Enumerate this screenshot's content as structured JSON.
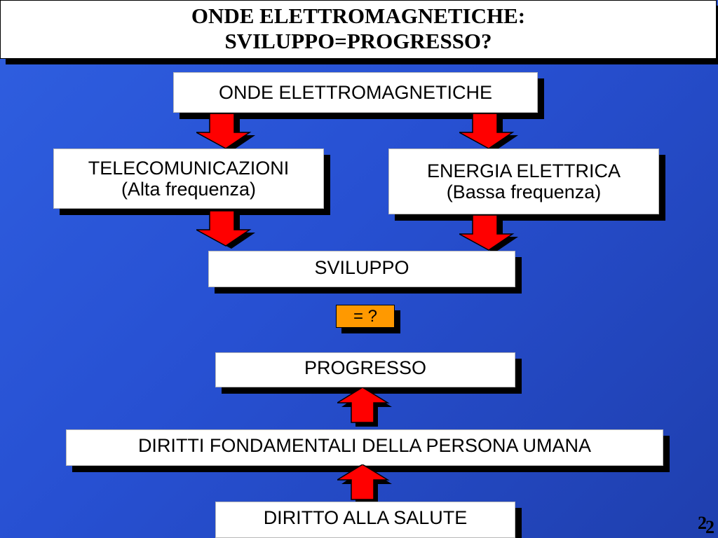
{
  "title": {
    "line1": "ONDE ELETTROMAGNETICHE:",
    "line2": "SVILUPPO=PROGRESSO?"
  },
  "boxes": {
    "onde": "ONDE ELETTROMAGNETICHE",
    "telecom_line1": "TELECOMUNICAZIONI",
    "telecom_line2": "(Alta frequenza)",
    "energia_line1": "ENERGIA ELETTRICA",
    "energia_line2": "(Bassa frequenza)",
    "sviluppo": "SVILUPPO",
    "equals_question": "= ?",
    "progresso": "PROGRESSO",
    "diritti": "DIRITTI FONDAMENTALI DELLA PERSONA UMANA",
    "salute": "DIRITTO ALLA SALUTE"
  },
  "slide_number": "2",
  "colors": {
    "background": "#2f5fe0",
    "arrow_fill": "#ff0000",
    "highlight": "#ff9900"
  }
}
